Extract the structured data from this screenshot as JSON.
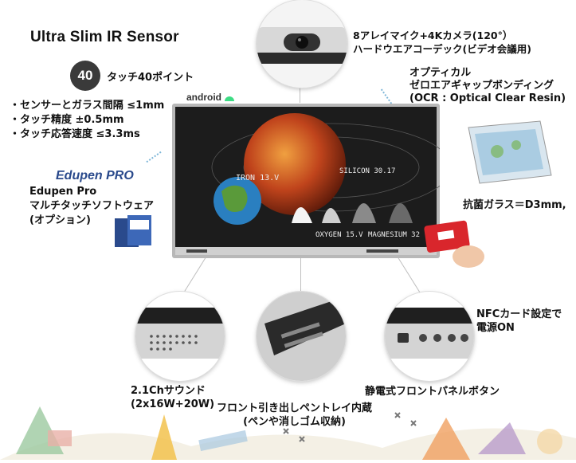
{
  "title": "Ultra Slim IR Sensor",
  "touch": {
    "badge": "40",
    "label": "タッチ40ポイント"
  },
  "specs": [
    "・センサーとガラス間隔 ≤1mm",
    "・タッチ精度 ±0.5mm",
    "・タッチ応答速度 ≤3.3ms"
  ],
  "android_logo": "android",
  "camera": {
    "line1": "8アレイマイク+4Kカメラ(120°）",
    "line2": "ハードウエアコーデック(ビデオ会議用)"
  },
  "ocr": {
    "line1": "オプティカル",
    "line2": "ゼロエアギャップボンディング",
    "line3": "(OCR : Optical Clear Resin)"
  },
  "edupen": {
    "logo": "Edupen PRO",
    "line1": "Edupen Pro",
    "line2": "マルチタッチソフトウェア",
    "line3": "(オプション)"
  },
  "glass": "抗菌ガラス＝D3mm,",
  "nfc": {
    "line1": "NFCカード設定で",
    "line2": "電源ON"
  },
  "sound": {
    "line1": "2.1Chサウンド",
    "line2": "(2x16W+20W)"
  },
  "tray": {
    "line1": "フロント引き出しペントレイ内蔵",
    "line2": "(ペンや消しゴム収納)"
  },
  "buttons": "静電式フロントパネルボタン",
  "screen_labels": {
    "iron": "IRON 13.V",
    "silicon": "SILICON 30.17",
    "oxygen": "OXYGEN 15.V",
    "magnesium": "MAGNESIUM 32"
  },
  "colors": {
    "accent": "#2a4a8c",
    "board": "#1c1c1c",
    "planet": "#c0441c"
  }
}
